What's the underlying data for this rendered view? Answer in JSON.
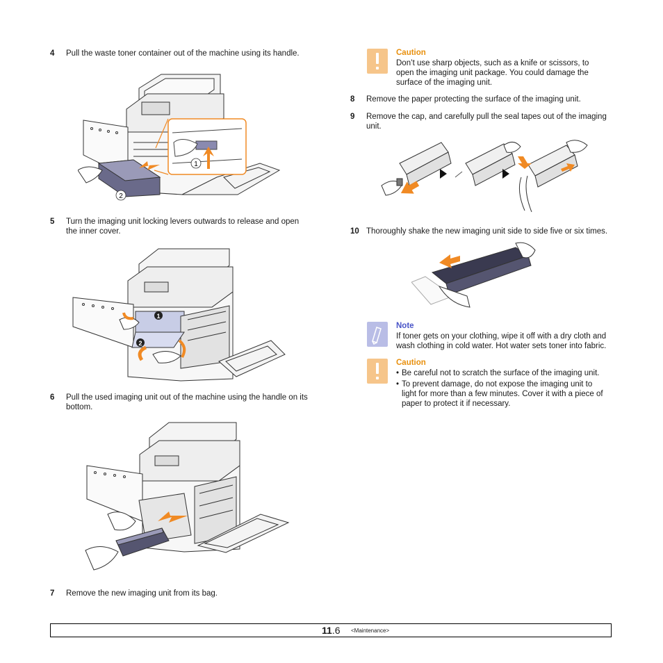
{
  "steps": {
    "s4": {
      "num": "4",
      "text": "Pull the waste toner container out of the machine using its handle."
    },
    "s5": {
      "num": "5",
      "line1": "Turn the imaging unit locking levers outwards to release and open",
      "line2": "the inner cover."
    },
    "s6": {
      "num": "6",
      "line1": "Pull the used imaging unit out of the machine using the handle on its",
      "line2": "bottom."
    },
    "s7": {
      "num": "7",
      "text": "Remove the new imaging unit from its bag."
    },
    "s8": {
      "num": "8",
      "text": "Remove the paper protecting the surface of the imaging unit."
    },
    "s9": {
      "num": "9",
      "line1": "Remove the cap, and carefully pull the seal tapes out of the imaging",
      "line2": "unit."
    },
    "s10": {
      "num": "10",
      "text": "Thoroughly shake the new imaging unit side to side five or six times."
    }
  },
  "figures": {
    "fig4": {
      "marker1": "1",
      "marker2": "2"
    },
    "fig5": {
      "marker1": "1",
      "marker2": "2"
    }
  },
  "caution1": {
    "title": "Caution",
    "line1": "Don’t use sharp objects, such as a knife or scissors, to",
    "line2": "open the imaging unit package. You could damage the",
    "line3": "surface of the imaging unit."
  },
  "note": {
    "title": "Note",
    "line1": "If toner gets on your clothing, wipe it off with a dry cloth and",
    "line2": "wash clothing in cold water. Hot water sets toner into fabric."
  },
  "caution2": {
    "title": "Caution",
    "bullet1": "Be careful not to scratch the surface of the imaging unit.",
    "bullet2_line1": "To prevent damage, do not expose the imaging unit to",
    "bullet2_line2": "light for more than a few minutes. Cover it with a piece of",
    "bullet2_line3": "paper to protect it if necessary."
  },
  "footer": {
    "chapter": "11",
    "page": ".6",
    "section": "<Maintenance>"
  },
  "colors": {
    "caution": "#e8900e",
    "note": "#4a55c8",
    "arrow": "#f08a24",
    "caution_icon": "#f6c58a",
    "note_icon": "#b9bde6"
  }
}
